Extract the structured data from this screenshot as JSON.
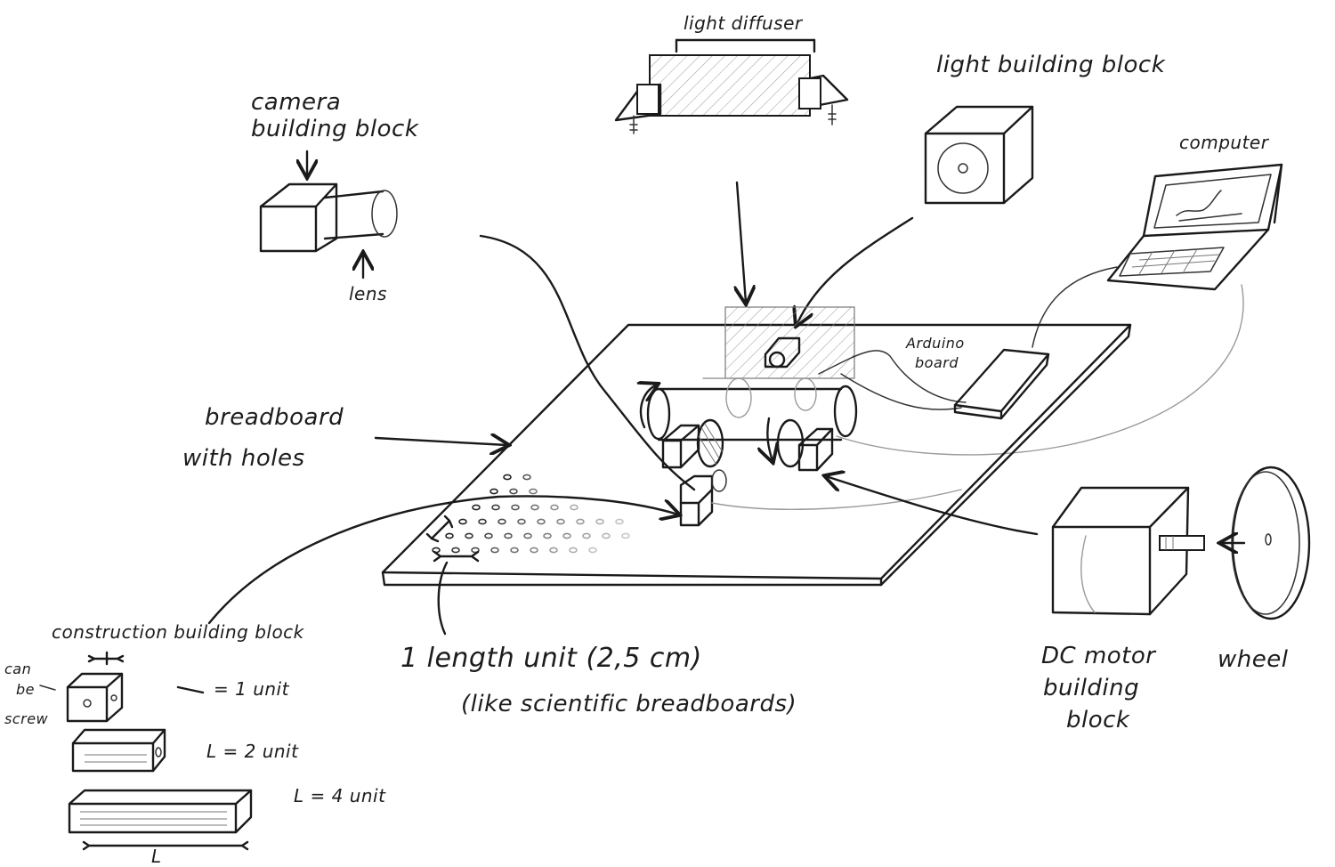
{
  "labels": {
    "light_diffuser": "light diffuser",
    "light_building_block": "light building block",
    "camera_line1": "camera",
    "camera_line2": "building block",
    "lens": "lens",
    "computer": "computer",
    "arduino_line1": "Arduino",
    "arduino_line2": "board",
    "breadboard_line1": "breadboard",
    "breadboard_line2": "with holes",
    "construction_block": "construction building block",
    "can_be_screw_1": "can",
    "can_be_screw_2": "be",
    "can_be_screw_3": "screw",
    "unit_1": "= 1 unit",
    "unit_2": "L = 2 unit",
    "unit_4": "L = 4 unit",
    "length_L": "L",
    "length_unit": "1 length unit (2,5 cm)",
    "like_breadboards": "(like scientific breadboards)",
    "dc_motor_line1": "DC motor",
    "dc_motor_line2": "building",
    "dc_motor_line3": "block",
    "wheel": "wheel"
  }
}
